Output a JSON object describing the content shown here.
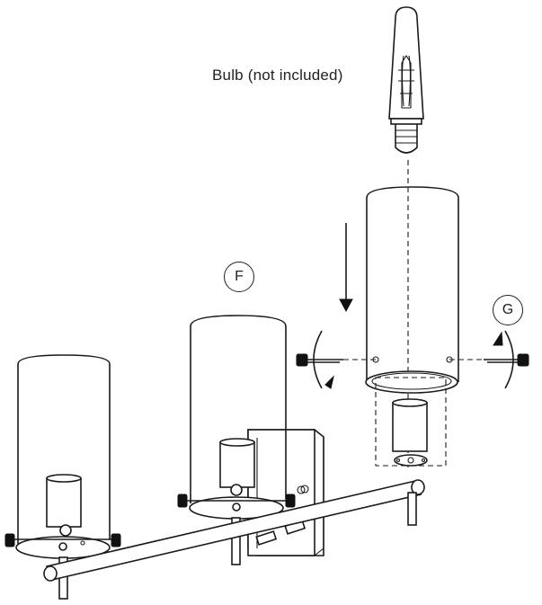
{
  "labels": {
    "bulb": "Bulb (not included)",
    "callout_f": "F",
    "callout_g": "G"
  }
}
